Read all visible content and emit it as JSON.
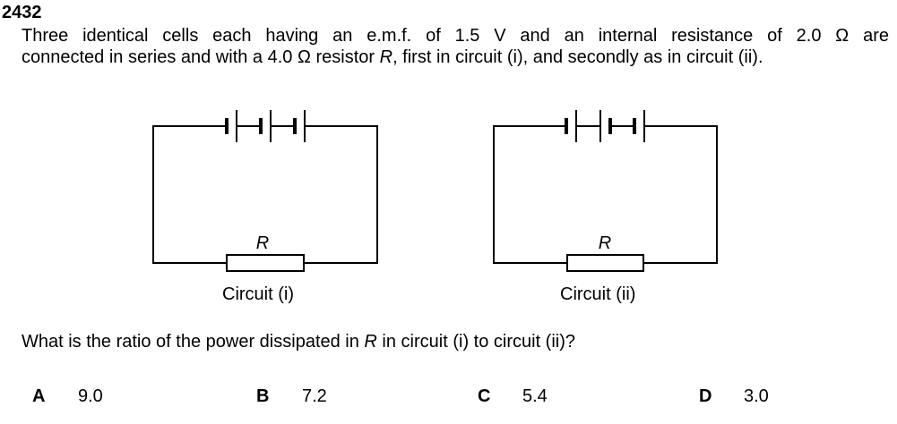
{
  "question": {
    "number": "2432",
    "stem_line1": "Three identical cells each having an e.m.f. of 1.5 V and an internal resistance of 2.0 Ω are",
    "stem_line2_a": "connected in series and with a 4.0 Ω resistor ",
    "stem_line2_var": "R",
    "stem_line2_b": ", first in circuit (i), and secondly as in circuit (ii).",
    "prompt_a": "What is the ratio of the power dissipated in ",
    "prompt_var": "R",
    "prompt_b": " in circuit (i) to circuit (ii)?"
  },
  "circuits": [
    {
      "label": "Circuit (i)",
      "resistor_label": "R",
      "cell_orientations": [
        "forward",
        "forward",
        "forward"
      ]
    },
    {
      "label": "Circuit (ii)",
      "resistor_label": "R",
      "cell_orientations": [
        "forward",
        "reversed",
        "forward"
      ]
    }
  ],
  "options": [
    {
      "letter": "A",
      "value": "9.0"
    },
    {
      "letter": "B",
      "value": "7.2"
    },
    {
      "letter": "C",
      "value": "5.4"
    },
    {
      "letter": "D",
      "value": "3.0"
    }
  ]
}
